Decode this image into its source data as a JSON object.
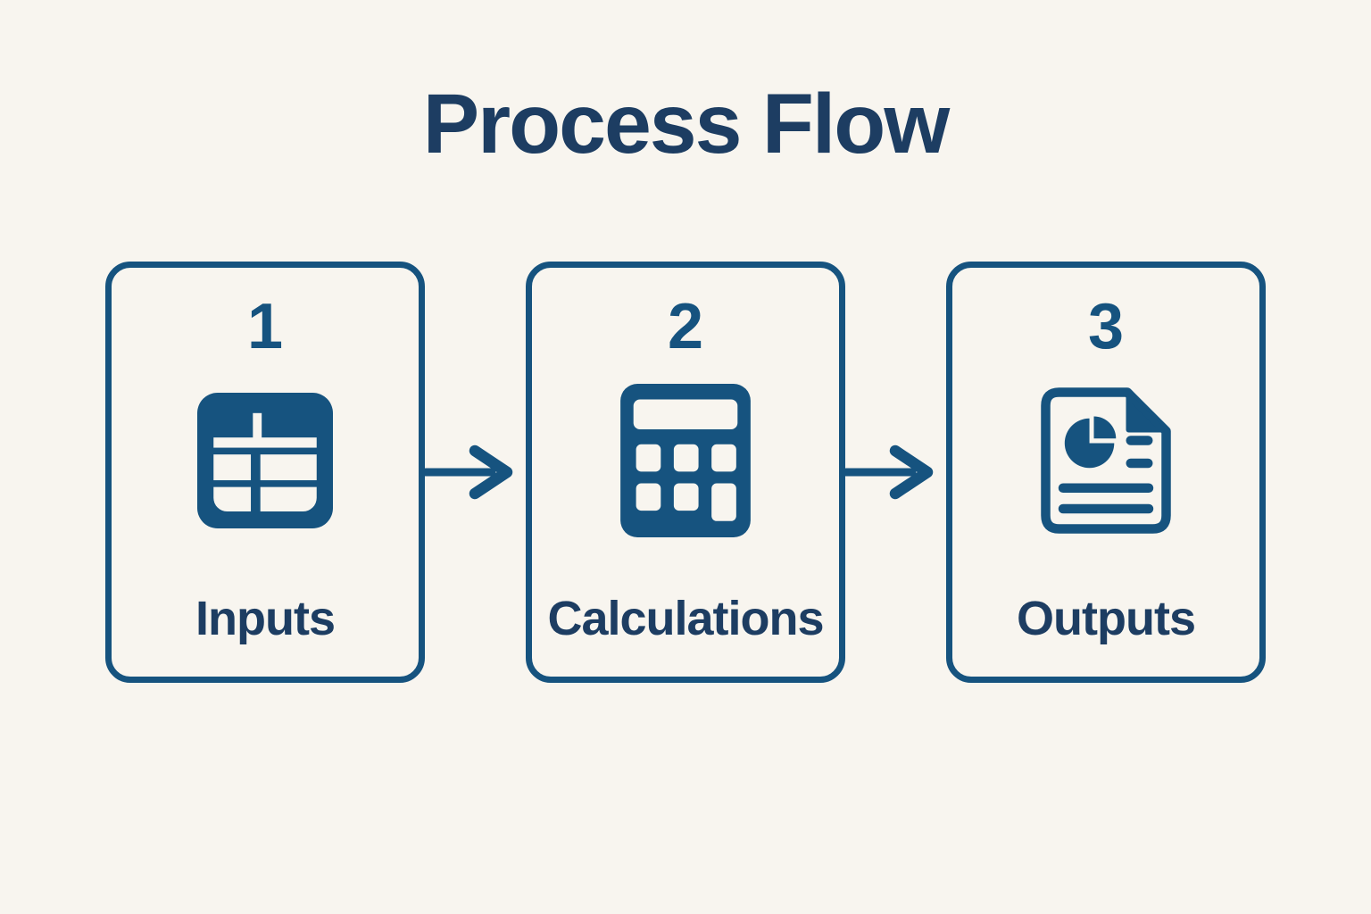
{
  "title": "Process Flow",
  "colors": {
    "background": "#f8f5ef",
    "accent": "#16537f",
    "text": "#1d3d62"
  },
  "steps": [
    {
      "number": "1",
      "label": "Inputs",
      "icon": "table-icon"
    },
    {
      "number": "2",
      "label": "Calculations",
      "icon": "calculator-icon"
    },
    {
      "number": "3",
      "label": "Outputs",
      "icon": "report-icon"
    }
  ],
  "arrows": [
    {
      "name": "arrow-step1-to-step2",
      "direction": "right"
    },
    {
      "name": "arrow-step2-to-step3",
      "direction": "right"
    }
  ]
}
